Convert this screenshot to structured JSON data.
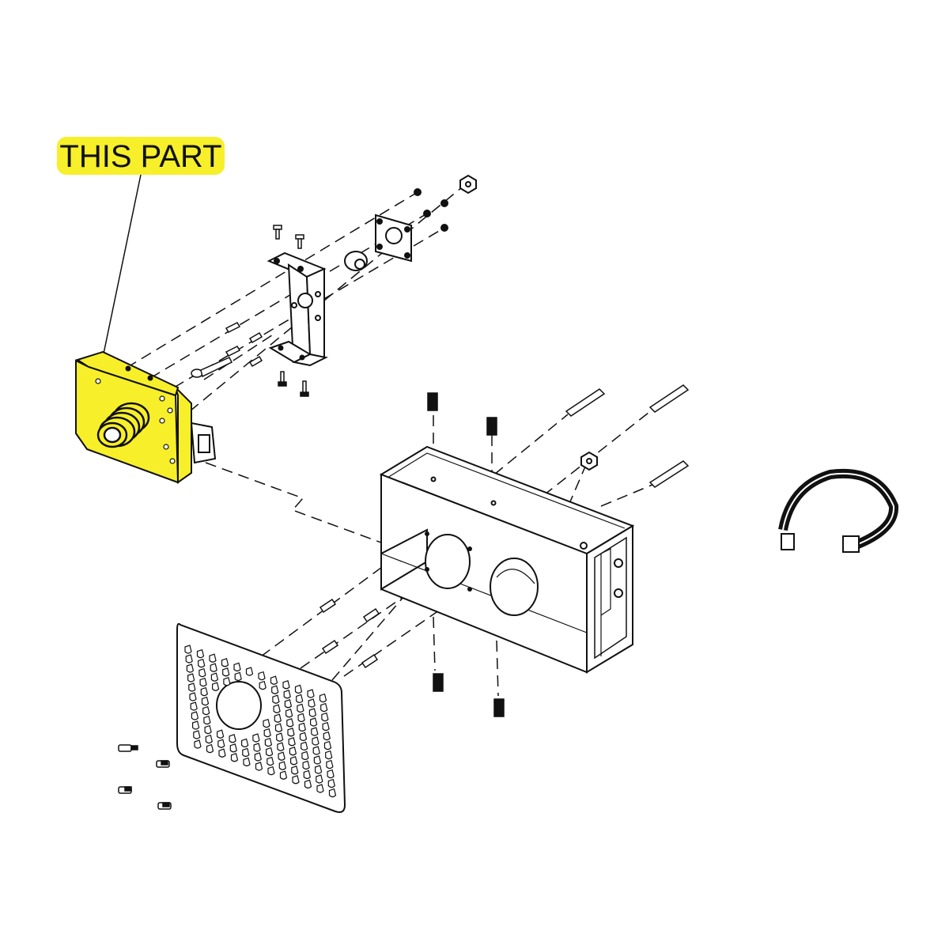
{
  "callout": {
    "label": "THIS PART",
    "highlight_color": "#F7EF2A"
  },
  "colors": {
    "line": "#111111",
    "highlight": "#F7EF2A",
    "background": "#FFFFFF"
  },
  "parts": [
    "highlighted-mounting-plate",
    "threaded-bushing",
    "angle-bracket",
    "bearing-plate",
    "washer",
    "hex-nut",
    "housing-box",
    "vent-grille-plate",
    "ribbon-cable",
    "dowel-pin",
    "set-screw",
    "machine-screw"
  ]
}
